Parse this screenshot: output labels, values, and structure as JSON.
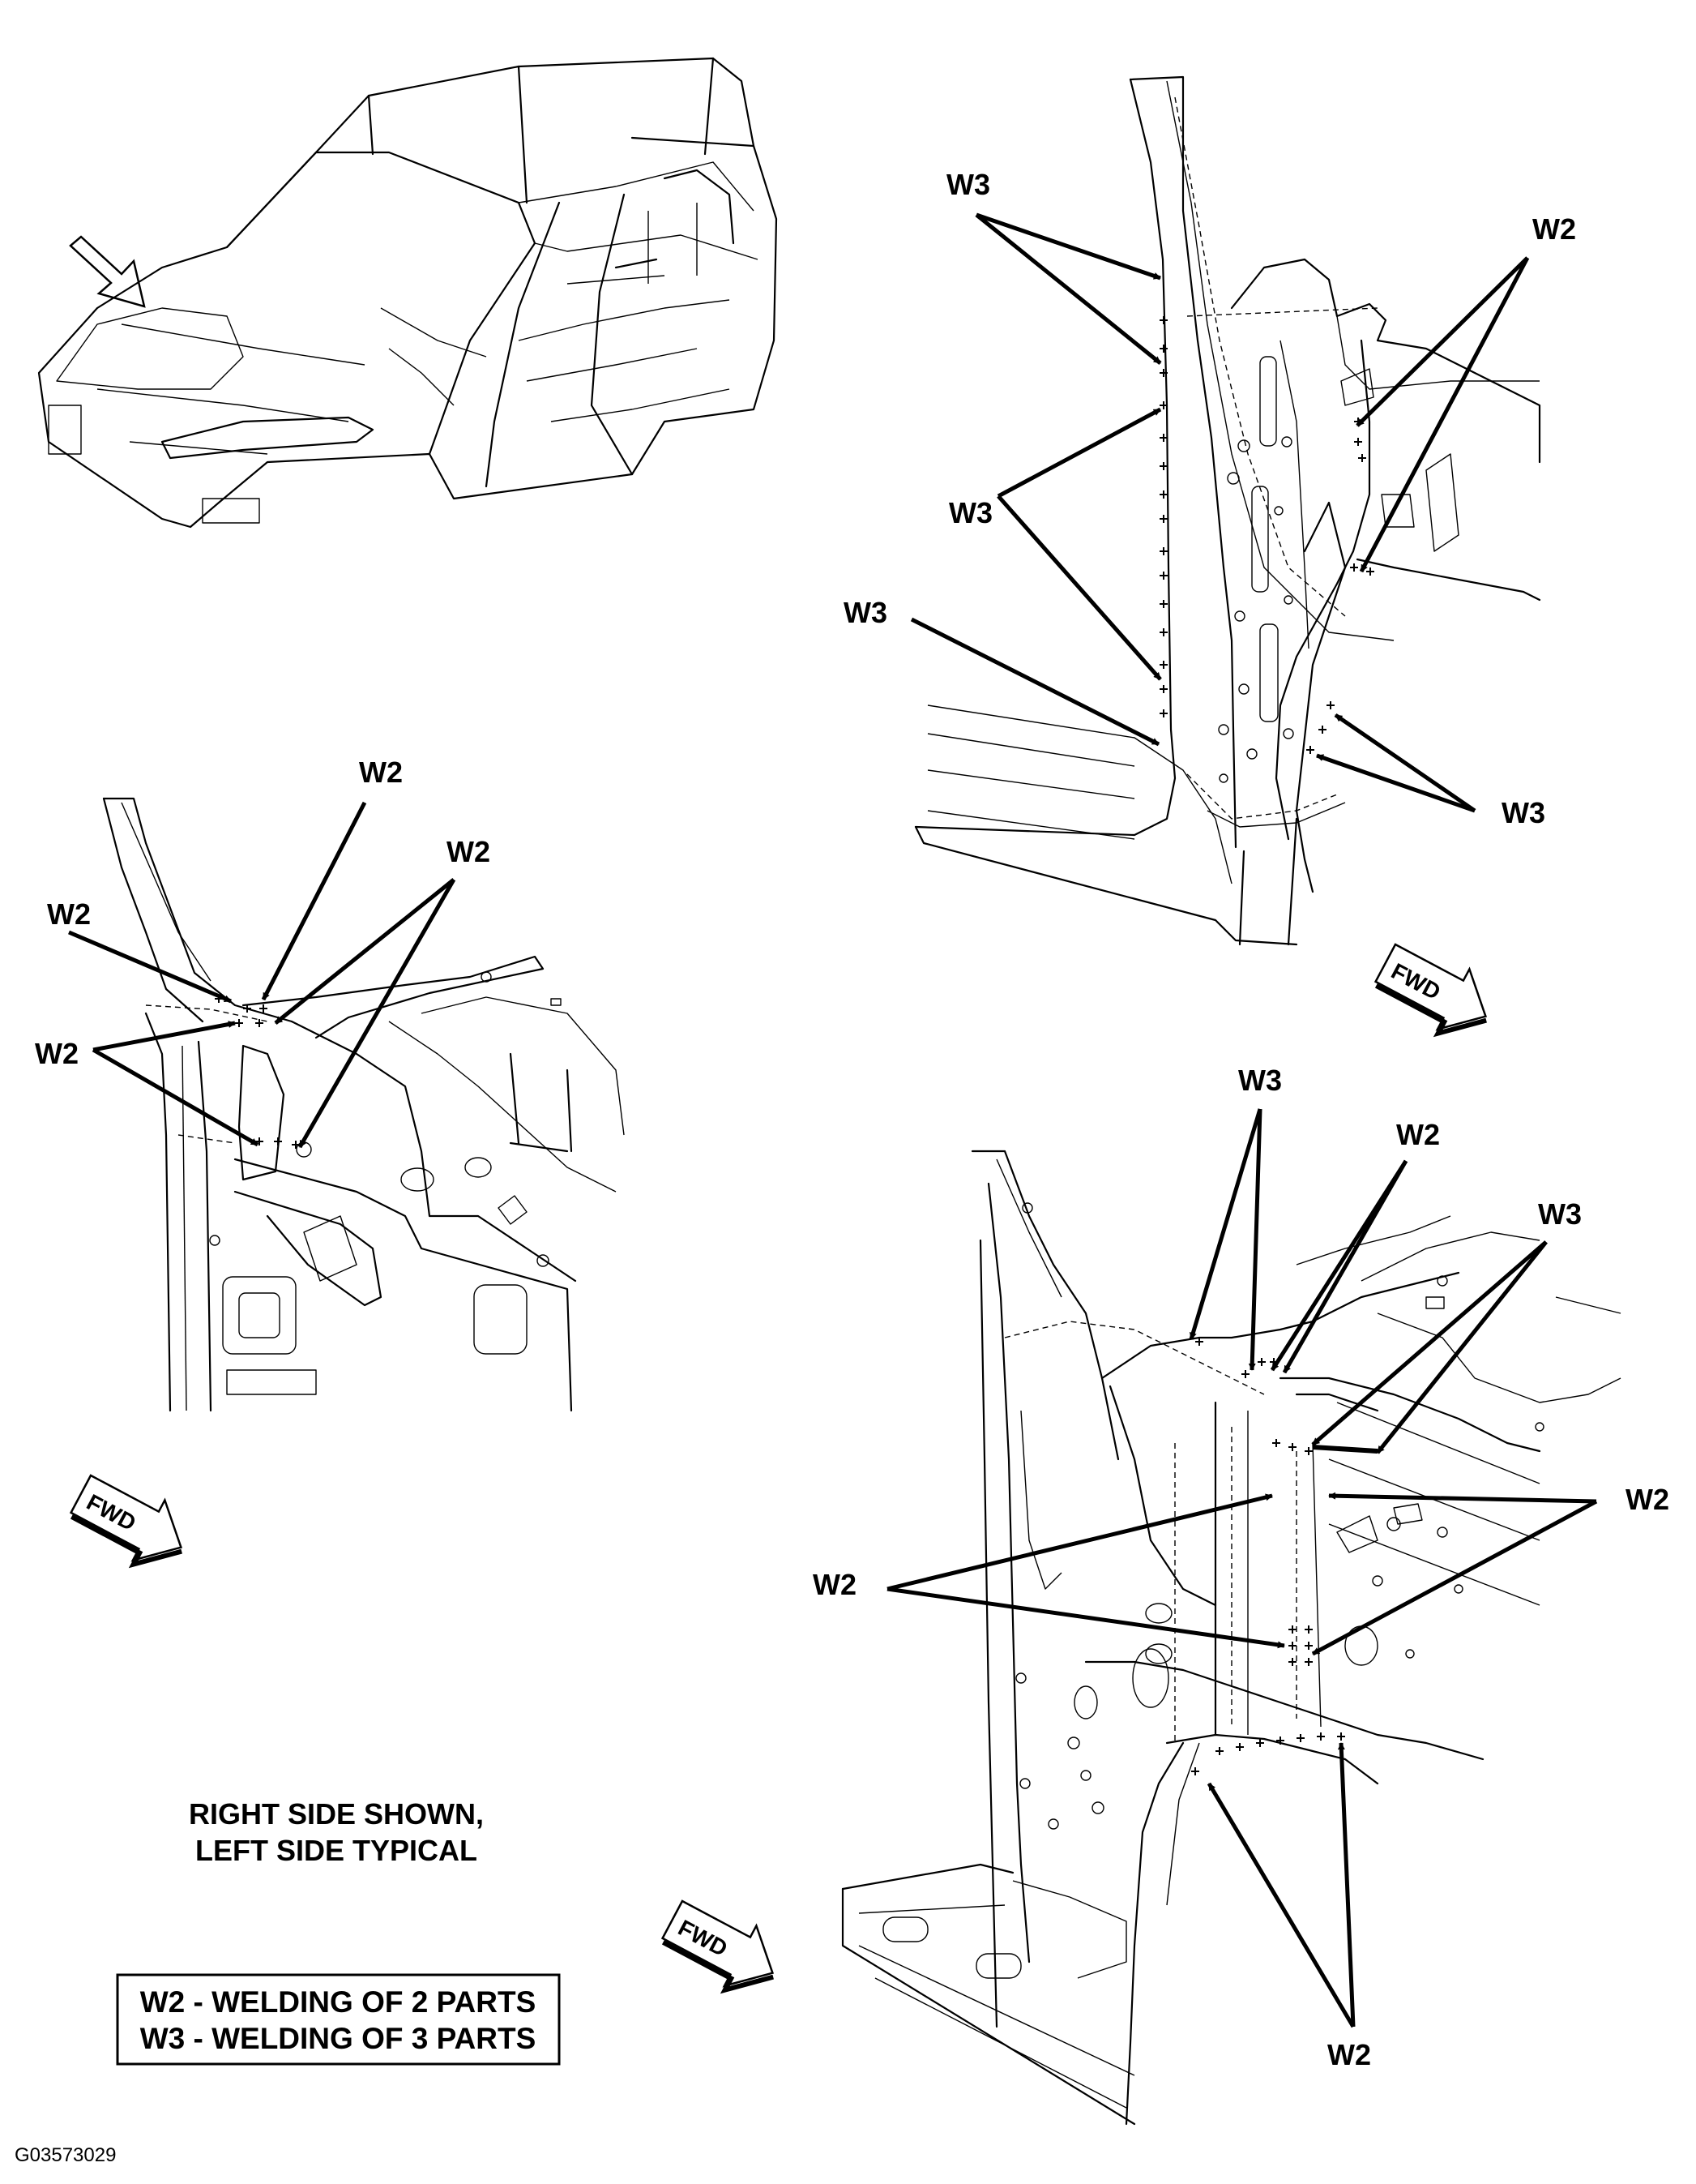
{
  "callouts": {
    "tr_w3_top": "W3",
    "tr_w2": "W2",
    "tr_w3_mid": "W3",
    "tr_w3_low": "W3",
    "tr_w3_right": "W3",
    "ml_w2_top": "W2",
    "ml_w2_right": "W2",
    "ml_w2_left": "W2",
    "ml_w2_lower": "W2",
    "br_w3_a": "W3",
    "br_w2_a": "W2",
    "br_w3_b": "W3",
    "br_w2_right": "W2",
    "br_w2_left": "W2",
    "br_w2_bottom": "W2"
  },
  "fwd_labels": {
    "top_right": "FWD",
    "middle_left": "FWD",
    "bottom_right": "FWD"
  },
  "caption": {
    "line1": "RIGHT SIDE SHOWN,",
    "line2": "LEFT SIDE TYPICAL"
  },
  "legend": {
    "line1": "W2 - WELDING OF 2 PARTS",
    "line2": "W3 - WELDING OF 3 PARTS"
  },
  "figure_id": "G03573029"
}
